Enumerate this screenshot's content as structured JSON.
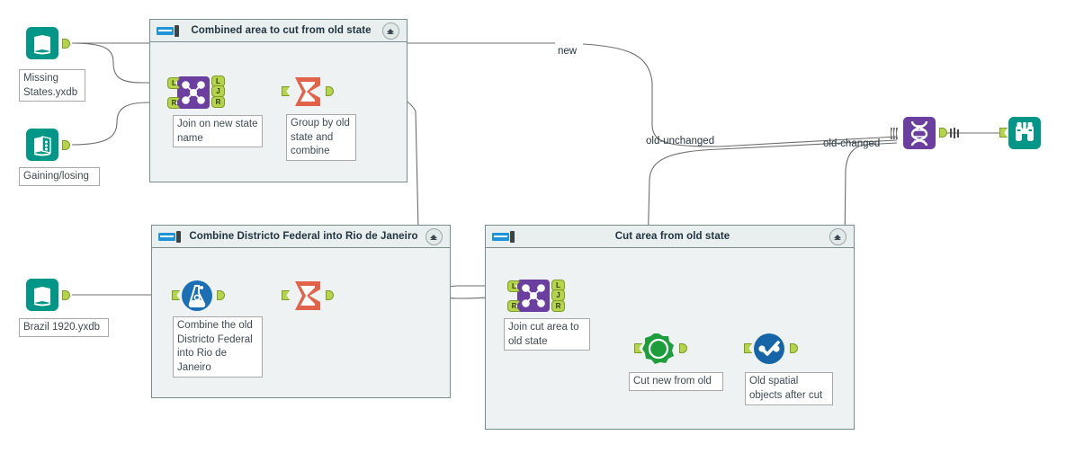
{
  "workflow": {
    "app": "Alteryx Designer Workflow Canvas",
    "containers": [
      {
        "id": "container-combined-area",
        "title": "Combined area to cut from old state",
        "collapse_icon": "chevron-up-icon",
        "container_icon": "tool-container-icon"
      },
      {
        "id": "container-combine-df",
        "title": "Combine Districto Federal into Rio de Janeiro",
        "collapse_icon": "chevron-up-icon",
        "container_icon": "tool-container-icon"
      },
      {
        "id": "container-cut-area",
        "title": "Cut area from old state",
        "collapse_icon": "chevron-up-icon",
        "container_icon": "tool-container-icon"
      }
    ],
    "inputs": [
      {
        "id": "input-missing-states",
        "icon": "input-data-icon",
        "label": "Missing\nStates.yxdb"
      },
      {
        "id": "input-gaining-losing",
        "icon": "input-data-icon",
        "label": "Gaining/losing"
      },
      {
        "id": "input-brazil-1920",
        "icon": "input-data-icon",
        "label": "Brazil 1920.yxdb"
      }
    ],
    "tools": [
      {
        "id": "join-new-state",
        "icon": "join-icon",
        "note": "Join on new state\nname",
        "anchors_in": [
          "L",
          "R"
        ],
        "anchors_out": [
          "L",
          "J",
          "R"
        ]
      },
      {
        "id": "summarize-group-old",
        "icon": "summarize-sigma-icon",
        "note": "Group by old\nstate and\ncombine"
      },
      {
        "id": "formula-combine-df",
        "icon": "formula-flask-icon",
        "note": "Combine the old\nDistricto Federal\ninto Rio de\nJaneiro"
      },
      {
        "id": "summarize-df",
        "icon": "summarize-sigma-icon",
        "note": ""
      },
      {
        "id": "join-cut-area",
        "icon": "join-icon",
        "note": "Join cut area to\nold state",
        "anchors_in": [
          "L",
          "R"
        ],
        "anchors_out": [
          "L",
          "J",
          "R"
        ]
      },
      {
        "id": "spatial-process-cut",
        "icon": "spatial-process-icon",
        "note": "Cut new from old"
      },
      {
        "id": "select-old-spatial",
        "icon": "select-check-icon",
        "note": "Old spatial\nobjects after cut"
      },
      {
        "id": "union-tool",
        "icon": "union-icon",
        "note": ""
      },
      {
        "id": "browse-tool",
        "icon": "browse-binoculars-icon",
        "note": ""
      }
    ],
    "connection_labels": [
      {
        "id": "wire-label-new",
        "text": "new"
      },
      {
        "id": "wire-label-old-unchanged",
        "text": "old-unchanged"
      },
      {
        "id": "wire-label-old-changed",
        "text": "old-changed"
      }
    ]
  },
  "colors": {
    "input_teal": "#009688",
    "join_purple": "#6b3fa0",
    "summarize_orange": "#e0634a",
    "formula_blue": "#1a6fb5",
    "spatial_green": "#1e9d3c",
    "select_blue": "#1565a8",
    "union_purple": "#6b3fa0",
    "browse_teal": "#009688",
    "anchor_green": "#b5d44a",
    "wire_gray": "#6d6d6d",
    "container_fill": "#eef2f2",
    "container_border": "#7a8c8c"
  }
}
